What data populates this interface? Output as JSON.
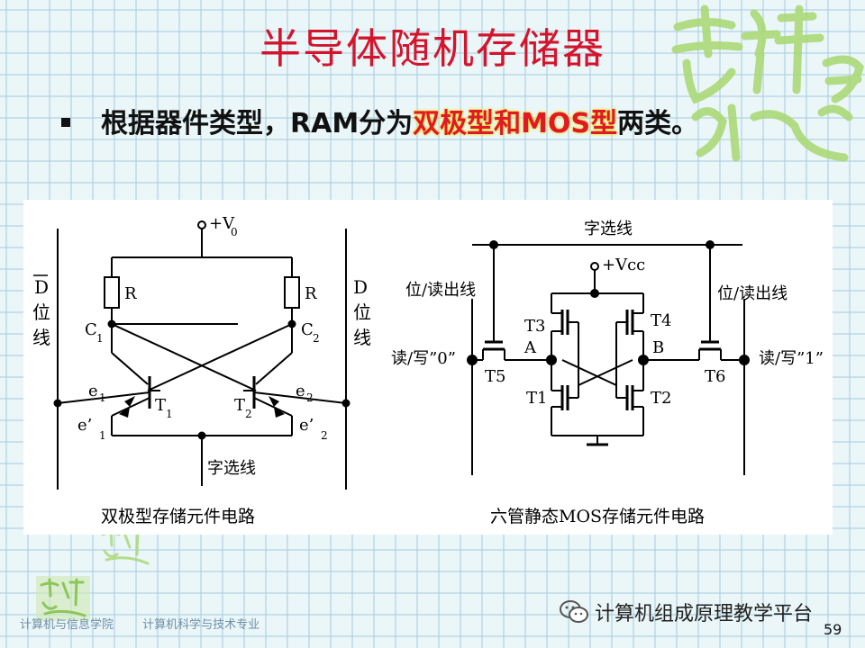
{
  "slide": {
    "title": "半导体随机存储器",
    "bullet": {
      "prefix": "根据器件类型，RAM分为",
      "highlight": "双极型和MOS型",
      "suffix": "两类。"
    },
    "page_number": "59"
  },
  "figure_left": {
    "caption": "双极型存储元件电路",
    "supply": "+V",
    "supply_sub": "0",
    "resistor_label": "R",
    "c1": "C",
    "c1_sub": "1",
    "c2": "C",
    "c2_sub": "2",
    "t1": "T",
    "t1_sub": "1",
    "t2": "T",
    "t2_sub": "2",
    "e1": "e",
    "e1_sub": "1",
    "e2": "e",
    "e2_sub": "2",
    "ep1": "e’",
    "ep1_sub": "1",
    "ep2": "e’",
    "ep2_sub": "2",
    "left_bitline": "D",
    "left_bitline_chars": [
      "位",
      "线"
    ],
    "right_bitline": "D",
    "right_bitline_chars": [
      "位",
      "线"
    ],
    "word_line": "字选线"
  },
  "figure_right": {
    "caption": "六管静态MOS存储元件电路",
    "word_line": "字选线",
    "vcc": "+Vcc",
    "bit_left": "位/读出线",
    "bit_right": "位/读出线",
    "rw_left": "读/写”0”",
    "rw_right": "读/写”1”",
    "node_a": "A",
    "node_b": "B",
    "t1": "T1",
    "t2": "T2",
    "t3": "T3",
    "t4": "T4",
    "t5": "T5",
    "t6": "T6"
  },
  "footer": {
    "school": "计算机与信息学院",
    "major": "计算机科学与技术专业",
    "brand": "计算机组成原理教学平台"
  },
  "logo": {
    "text": "吉祥如意"
  },
  "colors": {
    "title": "#d4142c",
    "highlight": "#e0182a",
    "highlight_glow": "#f7e21a",
    "logo": "#a8d870",
    "footer": "#6f8fa8"
  }
}
